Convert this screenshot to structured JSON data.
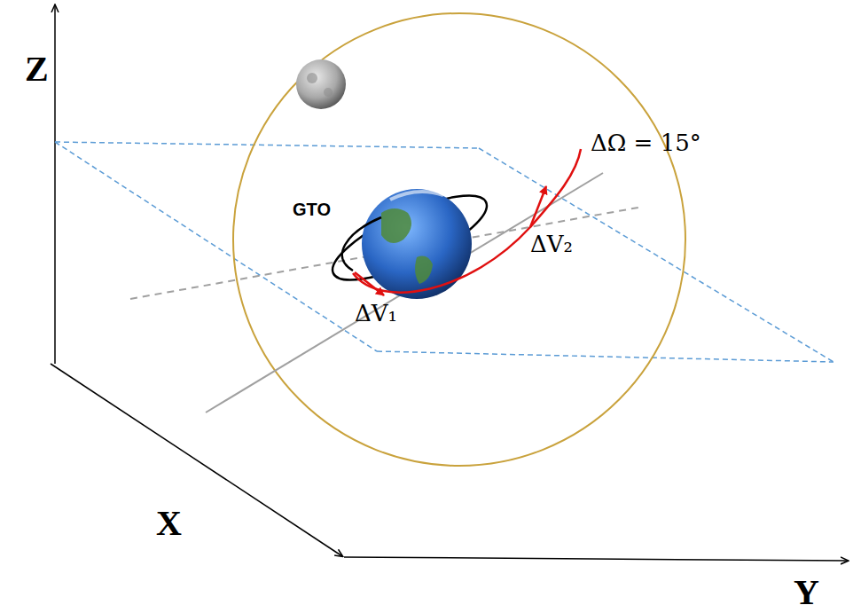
{
  "diagram": {
    "labels": [
      "Z",
      "X",
      "Y",
      "GTO",
      "ΔΩ = 15°",
      "ΔV₂",
      "ΔV₁"
    ]
  }
}
